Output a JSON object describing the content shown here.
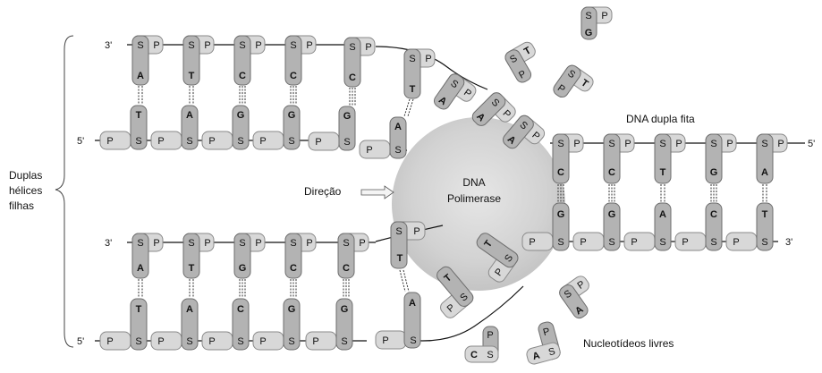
{
  "labels": {
    "duplas_line1": "Duplas",
    "duplas_line2": "hélices",
    "duplas_line3": "filhas",
    "direction": "Direção",
    "polymerase_line1": "DNA",
    "polymerase_line2": "Polimerase",
    "double_strand": "DNA dupla fita",
    "free_nucleotides": "Nucleotídeos livres"
  },
  "strand_ends": {
    "upper_top_left": "3'",
    "upper_bottom_left": "5'",
    "lower_top_left": "3'",
    "lower_bottom_left": "5'",
    "parent_top_right": "5'",
    "parent_bottom_right": "3'"
  },
  "symbols": {
    "sugar": "S",
    "phosphate": "P"
  },
  "upper_daughter": {
    "template_bases": [
      "A",
      "T",
      "C",
      "C",
      "C",
      "T",
      "A",
      "A",
      "A"
    ],
    "new_bases": [
      "T",
      "A",
      "G",
      "G",
      "G",
      "A"
    ]
  },
  "lower_daughter": {
    "template_bases": [
      "A",
      "T",
      "G",
      "C",
      "C",
      "T",
      "T",
      "T"
    ],
    "new_bases": [
      "T",
      "A",
      "C",
      "G",
      "G",
      "A"
    ]
  },
  "parent": {
    "top_bases": [
      "C",
      "C",
      "T",
      "G",
      "A"
    ],
    "bottom_bases": [
      "G",
      "G",
      "A",
      "C",
      "T"
    ]
  },
  "free_nucleotides": [
    {
      "sugar": "S",
      "phosphate": "P",
      "base": "G"
    },
    {
      "sugar": "S",
      "phosphate": "P",
      "base": "T"
    },
    {
      "sugar": "S",
      "phosphate": "P",
      "base": "T"
    },
    {
      "sugar": "S",
      "phosphate": "P",
      "base": "A"
    },
    {
      "sugar": "S",
      "phosphate": "P",
      "base": "C"
    },
    {
      "sugar": "S",
      "phosphate": "P",
      "base": "A"
    }
  ],
  "colors": {
    "box_light": "#d8d8d8",
    "box_dark": "#b3b3b3",
    "polymerase": "#cfcfcf"
  }
}
